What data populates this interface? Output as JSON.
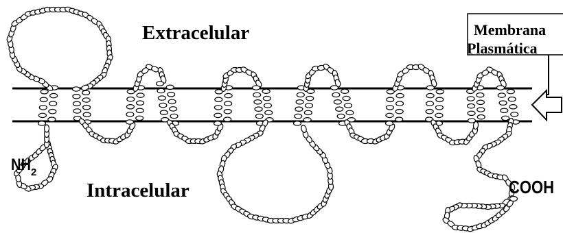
{
  "labels": {
    "extracellular": "Extracelular",
    "intracellular": "Intracelular",
    "membrane_line1": "Membrana",
    "membrane_line2": "Plasmática",
    "n_terminus": "NH",
    "n_terminus_subscript": "2",
    "c_terminus": "COOH"
  },
  "diagram": {
    "transmembrane_segments": 12,
    "colors": {
      "bead_fill": "#ffffff",
      "bead_stroke": "#000000",
      "membrane_line": "#000000",
      "background": "#ffffff"
    }
  }
}
